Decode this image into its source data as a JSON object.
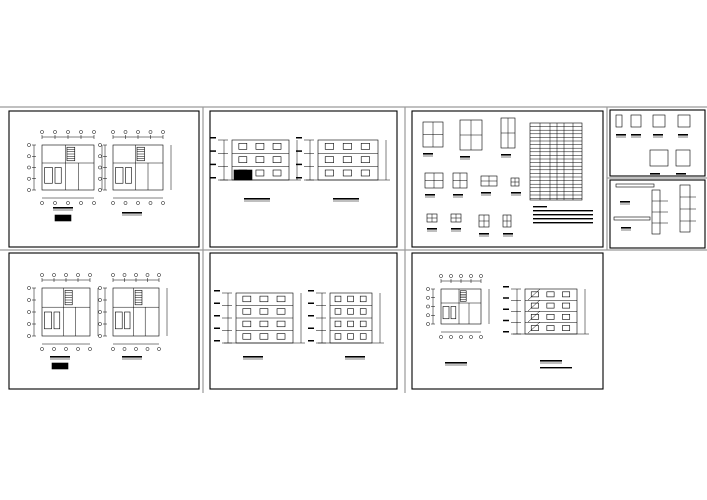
{
  "colors": {
    "background": "#ffffff",
    "frame": "#000000",
    "separator": "#9a9a9a",
    "linework": "#000000"
  },
  "sheets": [
    {
      "id": "sheet-floor-plans-1",
      "kind": "floor-plans"
    },
    {
      "id": "sheet-elevations-1",
      "kind": "elevations"
    },
    {
      "id": "sheet-window-door-details",
      "kind": "window-door-schedule"
    },
    {
      "id": "sheet-details-small-1",
      "kind": "details"
    },
    {
      "id": "sheet-details-small-2",
      "kind": "wall-sections"
    },
    {
      "id": "sheet-floor-plans-2",
      "kind": "floor-plans"
    },
    {
      "id": "sheet-elevations-2",
      "kind": "elevations"
    },
    {
      "id": "sheet-roof-plan-section",
      "kind": "roof-plan-and-section"
    }
  ]
}
